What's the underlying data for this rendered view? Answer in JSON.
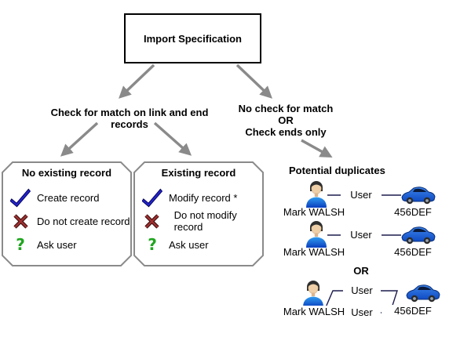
{
  "import": {
    "title": "Import Specification"
  },
  "branches": {
    "left": {
      "label": "Check for match on link and end records"
    },
    "right": {
      "lines": [
        "No check for match",
        "OR",
        "Check ends only"
      ]
    }
  },
  "boxes": [
    {
      "title": "No existing record",
      "items": [
        {
          "icon": "check-icon",
          "label": "Create record"
        },
        {
          "icon": "cross-icon",
          "label": "Do not create record"
        },
        {
          "icon": "question-icon",
          "label": "Ask user"
        }
      ]
    },
    {
      "title": "Existing record",
      "items": [
        {
          "icon": "check-icon",
          "label": "Modify record *"
        },
        {
          "icon": "cross-icon",
          "label": "Do not modify record"
        },
        {
          "icon": "question-icon",
          "label": "Ask user"
        }
      ]
    }
  ],
  "duplicates": {
    "heading": "Potential duplicates",
    "or_label": "OR",
    "rows": [
      {
        "person": "Mark WALSH",
        "relation": "User",
        "asset": "456DEF"
      },
      {
        "person": "Mark WALSH",
        "relation": "User",
        "asset": "456DEF"
      }
    ],
    "double": {
      "person": "Mark WALSH",
      "relations": [
        "User",
        "User"
      ],
      "asset": "456DEF"
    }
  },
  "colors": {
    "arrow_gray": "#8a8a8a",
    "box_border_gray": "#8a8a8a",
    "top_box_border": "#000000",
    "check_blue": "#2323cd",
    "cross_red": "#9a2a2a",
    "question_green": "#1fa51f",
    "link_line_navy": "#1b1b4f",
    "car_blue": "#1a5fd6"
  }
}
